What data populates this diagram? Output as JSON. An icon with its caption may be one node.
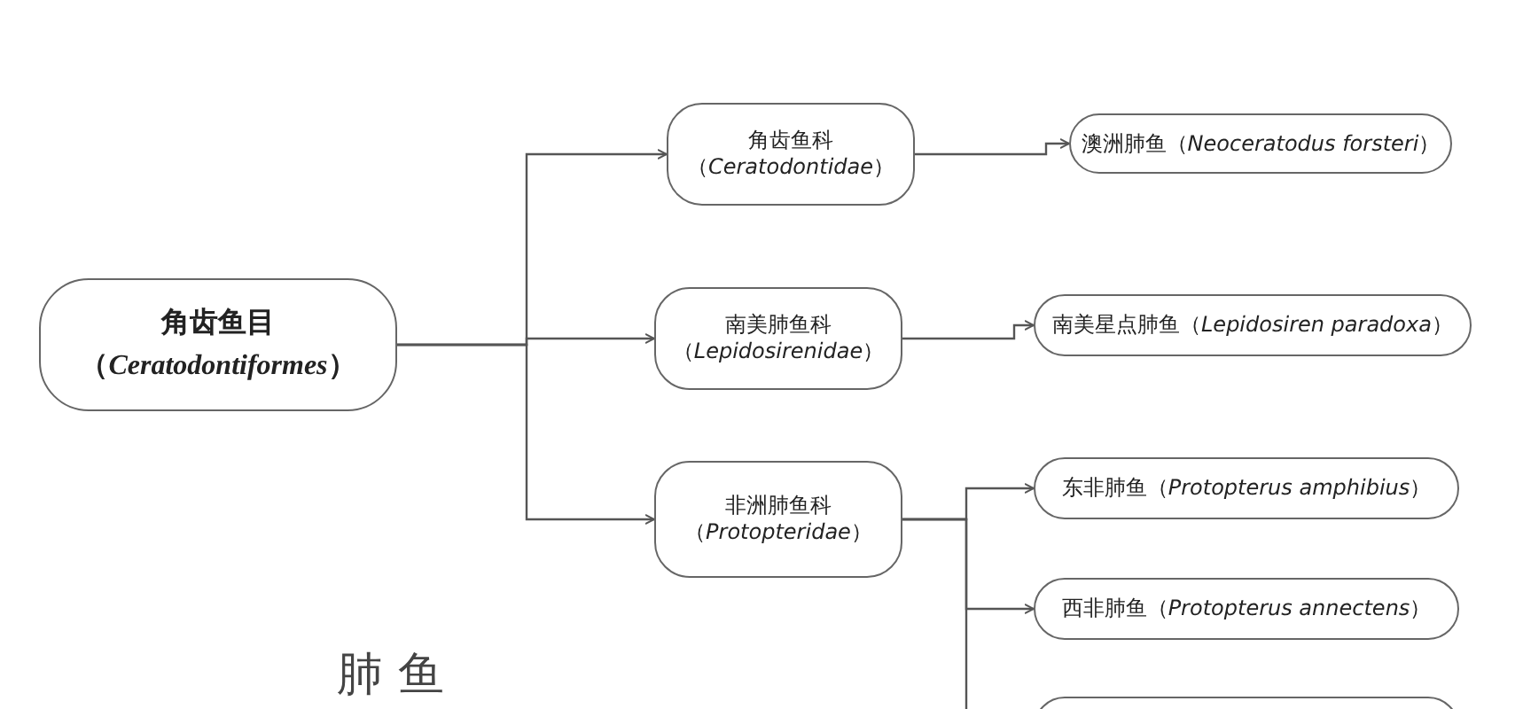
{
  "diagram": {
    "nodes": [
      {
        "text": [
          "角齿鱼目",
          "（*Ceratodontiformes*）"
        ]
      },
      {
        "text": [
          "角齿鱼科",
          "（*Ceratodontidae*）"
        ]
      },
      {
        "text": [
          "南美肺鱼科",
          "（*Lepidosirenidae*）"
        ]
      },
      {
        "text": [
          "非洲肺鱼科",
          "（*Protopteridae*）"
        ]
      },
      {
        "text": [
          "澳洲肺鱼（*Neoceratodus forsteri*）"
        ]
      },
      {
        "text": [
          "南美星点肺鱼（*Lepidosiren paradoxa*）"
        ]
      },
      {
        "text": [
          "东非肺鱼（*Protopterus amphibius*）"
        ]
      },
      {
        "text": [
          "西非肺鱼（*Protopterus annectens*）"
        ]
      },
      {
        "text": [],
        "shape": "box"
      }
    ],
    "edges": [
      {
        "from": 0,
        "to": 1,
        "arrow": "to"
      },
      {
        "from": 0,
        "to": 2,
        "arrow": "to"
      },
      {
        "from": 0,
        "to": 3,
        "arrow": "to"
      },
      {
        "from": 1,
        "to": 4,
        "arrow": "to"
      },
      {
        "from": 2,
        "to": 5,
        "arrow": "to"
      },
      {
        "from": 3,
        "to": 6,
        "arrow": "to"
      },
      {
        "from": 3,
        "to": 7,
        "arrow": "to"
      },
      {
        "from": 3,
        "to": 8,
        "arrow": "to"
      }
    ],
    "labels": [
      "肺 鱼"
    ]
  }
}
